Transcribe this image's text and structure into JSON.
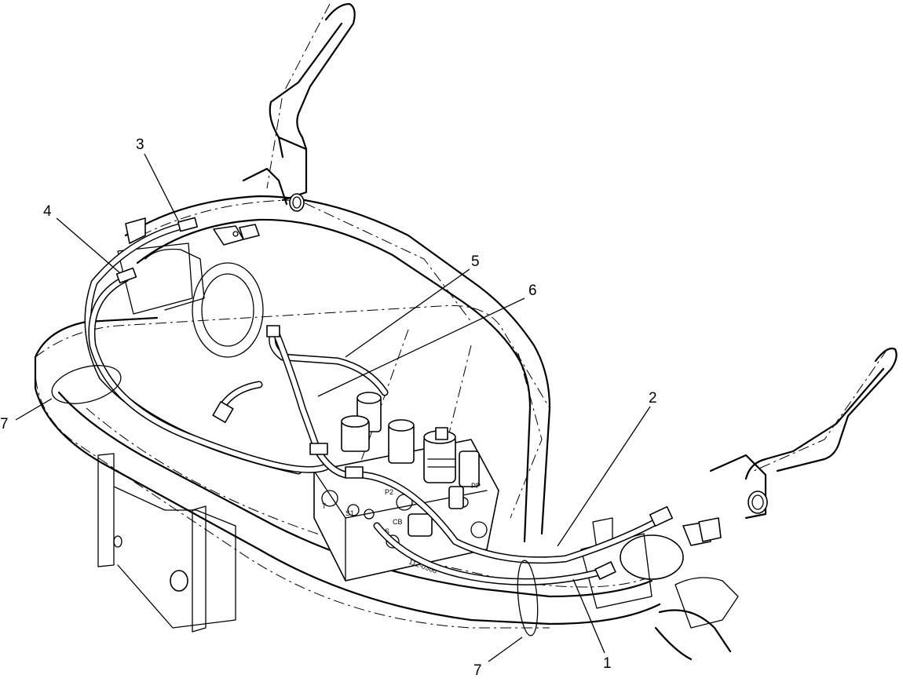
{
  "callouts": [
    {
      "id": "1",
      "label": "1"
    },
    {
      "id": "2",
      "label": "2"
    },
    {
      "id": "3",
      "label": "3"
    },
    {
      "id": "4",
      "label": "4"
    },
    {
      "id": "5",
      "label": "5"
    },
    {
      "id": "6",
      "label": "6"
    },
    {
      "id": "7a",
      "label": "7"
    },
    {
      "id": "7b",
      "label": "7"
    }
  ],
  "port_markings": [
    "P2",
    "S1",
    "T",
    "LS",
    "CB",
    "PP"
  ],
  "part_stamp": "112-0366"
}
